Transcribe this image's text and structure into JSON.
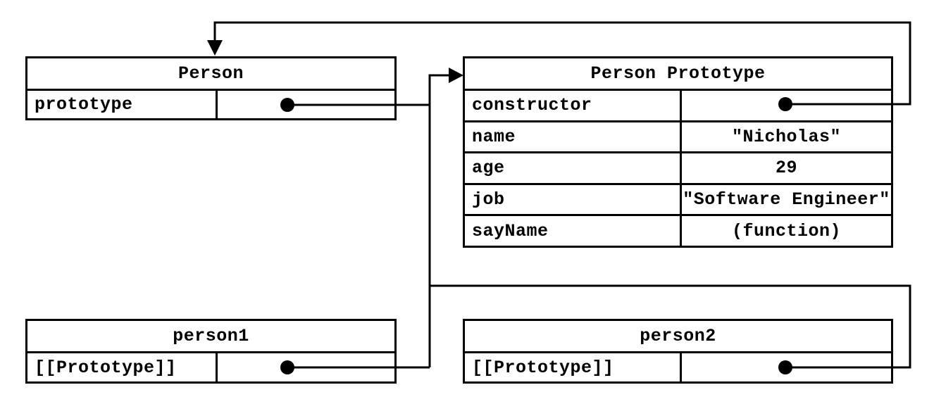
{
  "figure": {
    "description": "JavaScript prototype chain diagram",
    "boxes": {
      "person": {
        "title": "Person",
        "rows": [
          {
            "label": "prototype",
            "value": "",
            "pointer": true
          }
        ]
      },
      "personPrototype": {
        "title": "Person Prototype",
        "rows": [
          {
            "label": "constructor",
            "value": "",
            "pointer": true
          },
          {
            "label": "name",
            "value": "\"Nicholas\"",
            "pointer": false
          },
          {
            "label": "age",
            "value": "29",
            "pointer": false
          },
          {
            "label": "job",
            "value": "\"Software Engineer\"",
            "pointer": false
          },
          {
            "label": "sayName",
            "value": "(function)",
            "pointer": false
          }
        ]
      },
      "person1": {
        "title": "person1",
        "rows": [
          {
            "label": "[[Prototype]]",
            "value": "",
            "pointer": true
          }
        ]
      },
      "person2": {
        "title": "person2",
        "rows": [
          {
            "label": "[[Prototype]]",
            "value": "",
            "pointer": true
          }
        ]
      }
    },
    "connections": [
      {
        "from": "Person.prototype",
        "to": "Person Prototype",
        "style": "dot-arrow"
      },
      {
        "from": "Person Prototype.constructor",
        "to": "Person",
        "style": "dot-arrow"
      },
      {
        "from": "person1.[[Prototype]]",
        "to": "Person Prototype",
        "style": "dot-arrow"
      },
      {
        "from": "person2.[[Prototype]]",
        "to": "Person Prototype",
        "style": "dot-arrow"
      }
    ],
    "colors": {
      "line": "#000000",
      "background": "#ffffff",
      "text": "#000000"
    }
  }
}
